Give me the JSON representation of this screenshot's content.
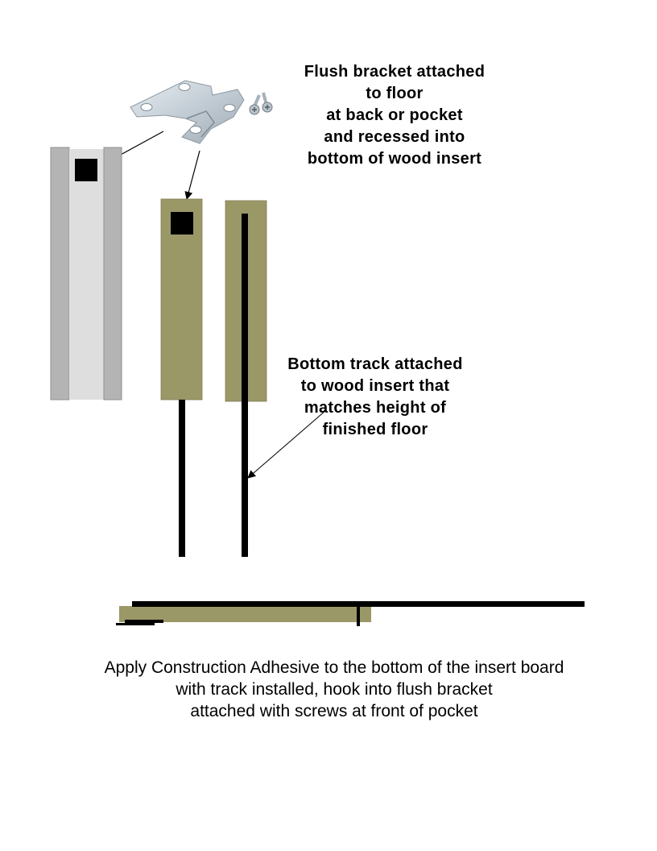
{
  "labels": {
    "bracket_note": {
      "lines": [
        "Flush bracket attached",
        "to floor",
        "at back or pocket",
        "and recessed into",
        "bottom of wood insert"
      ]
    },
    "track_note": {
      "lines": [
        "Bottom track attached",
        "to wood insert that",
        "matches height of",
        "finished floor"
      ]
    },
    "instructions": {
      "lines": [
        "Apply Construction Adhesive to the bottom of the insert board",
        "with track installed, hook into flush bracket",
        "attached with screws at front of pocket"
      ]
    }
  },
  "colors": {
    "wood_insert": "#9b9868",
    "jamb_outer": "#b4b4b4",
    "jamb_inner": "#dedede",
    "track": "#000000",
    "bracket_metal": "#c9d4dc"
  },
  "icons": {
    "bracket": "flush-bracket-icon",
    "screws": "screw-icon"
  }
}
